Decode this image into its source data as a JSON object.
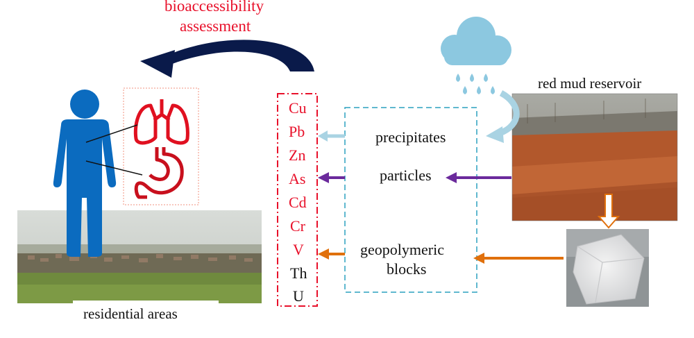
{
  "title": {
    "line1": "bioaccessibility",
    "line2": "assessment"
  },
  "elements": [
    "Cu",
    "Pb",
    "Zn",
    "As",
    "Cd",
    "Cr",
    "V",
    "Th",
    "U"
  ],
  "pathways": {
    "precipitates": "precipitates",
    "particles": "particles",
    "geopolymeric_line1": "geopolymeric",
    "geopolymeric_line2": "blocks"
  },
  "labels": {
    "reservoir": "red mud reservoir",
    "residential": "residential areas"
  },
  "colors": {
    "accent_red": "#e8102a",
    "human_blue": "#0b6bbf",
    "cloud_blue": "#8cc8e0",
    "dashed_box": "#2aa0bf",
    "arrow_light_blue": "#a9d3e3",
    "arrow_purple": "#6b2a9c",
    "arrow_orange": "#e0700c",
    "arc_navy": "#0a1a4a"
  }
}
